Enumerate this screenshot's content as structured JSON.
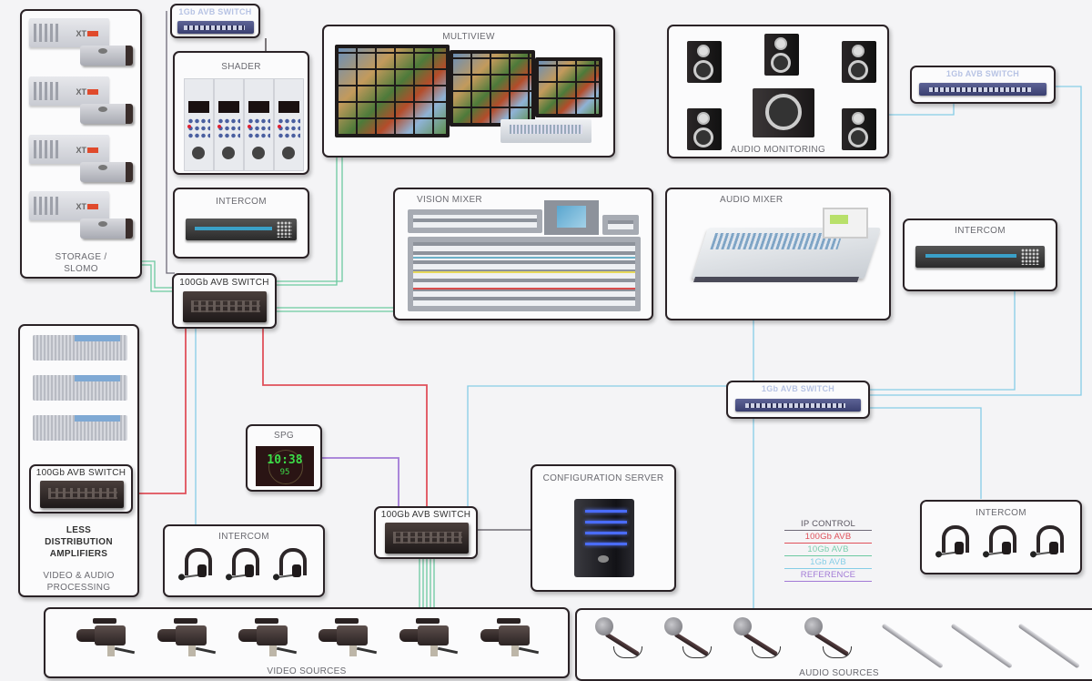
{
  "diagram": {
    "title": "AVB broadcast network topology",
    "nodes": {
      "storage": {
        "label": "STORAGE / SLOMO",
        "units": 4,
        "unit_badge": "XT"
      },
      "switch_1g_top": {
        "label": "1Gb AVB SWITCH"
      },
      "shader": {
        "label": "SHADER",
        "channels": 4
      },
      "intercom_panel_left": {
        "label": "INTERCOM"
      },
      "switch_100g_main": {
        "label": "100Gb AVB SWITCH"
      },
      "multiview": {
        "label": "MULTIVIEW"
      },
      "vision_mixer": {
        "label": "VISION MIXER"
      },
      "audio_monitoring": {
        "label": "AUDIO MONITORING",
        "speakers": 5,
        "subwoofers": 1
      },
      "switch_1g_right": {
        "label": "1Gb AVB SWITCH"
      },
      "audio_mixer": {
        "label": "AUDIO MIXER"
      },
      "intercom_panel_right": {
        "label": "INTERCOM"
      },
      "switch_1g_center": {
        "label": "1Gb AVB SWITCH"
      },
      "processing": {
        "switch_label": "100Gb AVB SWITCH",
        "note": "LESS DISTRIBUTION AMPLIFIERS",
        "note_lines": [
          "LESS",
          "DISTRIBUTION",
          "AMPLIFIERS"
        ],
        "label": "VIDEO & AUDIO PROCESSING",
        "label_lines": [
          "VIDEO & AUDIO",
          "PROCESSING"
        ],
        "units": 3
      },
      "spg": {
        "label": "SPG",
        "time": "10:38",
        "sub": "95"
      },
      "switch_100g_sources": {
        "label": "100Gb AVB SWITCH"
      },
      "config_server": {
        "label": "CONFIGURATION SERVER"
      },
      "intercom_headsets_left": {
        "label": "INTERCOM",
        "headsets": 3
      },
      "intercom_headsets_right": {
        "label": "INTERCOM",
        "headsets": 3
      },
      "video_sources": {
        "label": "VIDEO SOURCES",
        "cameras": 6
      },
      "audio_sources": {
        "label": "AUDIO SOURCES",
        "handheld_mics": 4,
        "shotgun_mics": 3
      }
    },
    "legend": [
      {
        "label": "IP CONTROL",
        "color": "#6e6a78"
      },
      {
        "label": "100Gb AVB",
        "color": "#e0505a"
      },
      {
        "label": "10Gb AVB",
        "color": "#6cc9a0"
      },
      {
        "label": "1Gb AVB",
        "color": "#86cde6"
      },
      {
        "label": "REFERENCE",
        "color": "#a27ad6"
      }
    ],
    "connections": [
      {
        "from": "switch_1g_top",
        "to": "shader",
        "type": "IP CONTROL"
      },
      {
        "from": "storage",
        "to": "switch_100g_main",
        "type": "10Gb AVB"
      },
      {
        "from": "multiview",
        "to": "switch_100g_main",
        "type": "10Gb AVB"
      },
      {
        "from": "vision_mixer",
        "to": "switch_100g_main",
        "type": "10Gb AVB"
      },
      {
        "from": "switch_100g_main",
        "to": "processing",
        "type": "100Gb AVB"
      },
      {
        "from": "switch_100g_main",
        "to": "switch_100g_sources",
        "type": "100Gb AVB"
      },
      {
        "from": "switch_100g_main",
        "to": "intercom_headsets_left",
        "type": "1Gb AVB"
      },
      {
        "from": "spg",
        "to": "switch_100g_sources",
        "type": "REFERENCE"
      },
      {
        "from": "switch_100g_sources",
        "to": "config_server",
        "type": "IP CONTROL"
      },
      {
        "from": "switch_100g_sources",
        "to": "video_sources",
        "type": "10Gb AVB"
      },
      {
        "from": "switch_100g_sources",
        "to": "switch_1g_center",
        "type": "1Gb AVB"
      },
      {
        "from": "audio_mixer",
        "to": "switch_1g_center",
        "type": "1Gb AVB"
      },
      {
        "from": "switch_1g_center",
        "to": "intercom_panel_right",
        "type": "1Gb AVB"
      },
      {
        "from": "switch_1g_center",
        "to": "switch_1g_right",
        "type": "1Gb AVB"
      },
      {
        "from": "switch_1g_center",
        "to": "intercom_headsets_right",
        "type": "1Gb AVB"
      },
      {
        "from": "switch_1g_center",
        "to": "audio_sources",
        "type": "1Gb AVB"
      },
      {
        "from": "switch_1g_right",
        "to": "audio_monitoring",
        "type": "1Gb AVB"
      }
    ]
  }
}
